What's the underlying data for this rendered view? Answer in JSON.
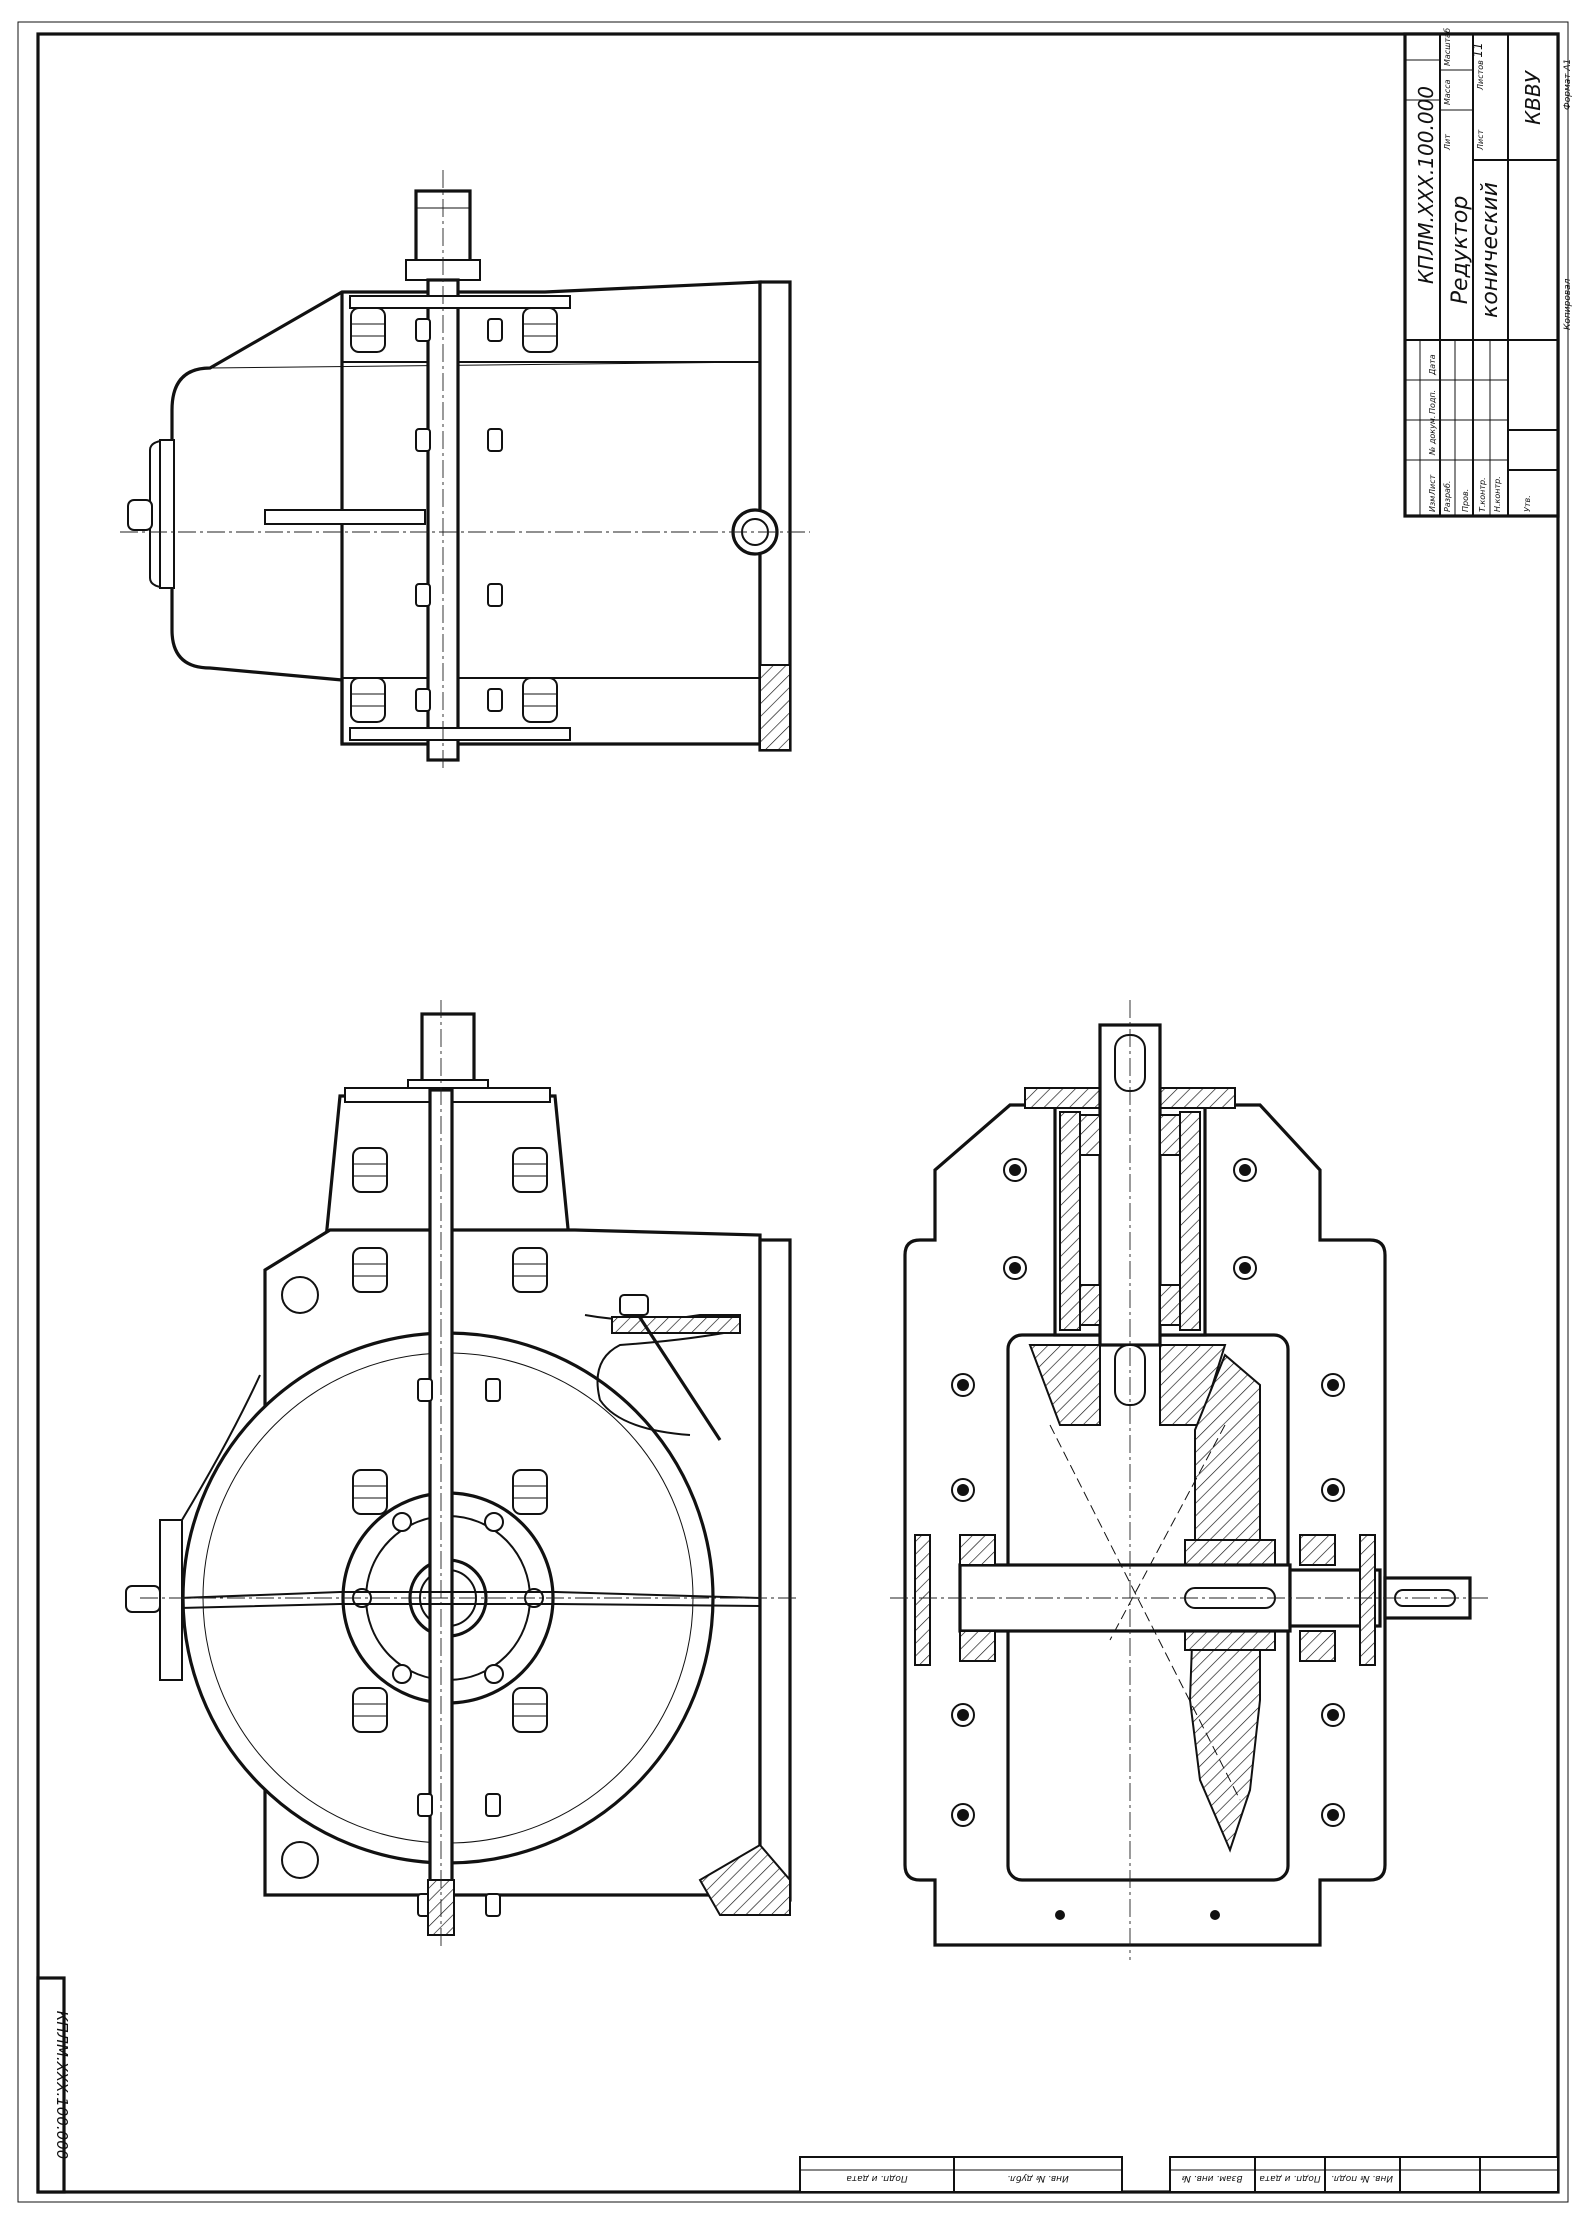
{
  "title_block": {
    "designation": "КПЛМ.ХХХ.100.000",
    "name_line1": "Редуктор",
    "name_line2": "конический",
    "organization": "КВВУ",
    "sheet_count": "11",
    "col_lit": "Лит",
    "col_mass": "Масса",
    "col_scale": "Масштаб",
    "col_sheet": "Лист",
    "col_sheets": "Листов",
    "row_izm": "Изм",
    "row_list": "Лист",
    "row_doc": "№ докум.",
    "row_sign": "Подп.",
    "row_date": "Дата",
    "row_razrab": "Разраб.",
    "row_prov": "Пров.",
    "row_tkontr": "Т.контр.",
    "row_nkontr": "Н.контр.",
    "row_utv": "Утв.",
    "copied": "Копировал",
    "format": "Формат А1"
  },
  "side_stamp": {
    "designation": "КПЛМ.ХХХ.100.000"
  },
  "bottom_strip": {
    "cells": [
      "Подп. и дата",
      "Инв. № дубл.",
      "Взам. инв. №",
      "Подп. и дата",
      "Инв. № подл."
    ]
  }
}
